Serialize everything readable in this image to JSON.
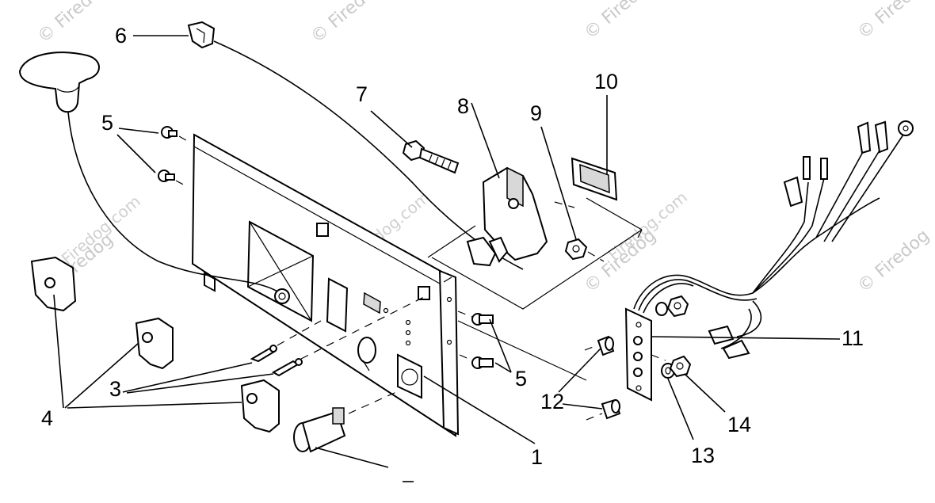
{
  "watermark": {
    "text": "© Firedog",
    "text_long": "Firedog.com"
  },
  "callouts": {
    "c1": "1",
    "c3": "3",
    "c4": "4",
    "c5a": "5",
    "c5b": "5",
    "c6": "6",
    "c7": "7",
    "c8": "8",
    "c9": "9",
    "c10": "10",
    "c11": "11",
    "c12": "12",
    "c13": "13",
    "c14": "14"
  }
}
